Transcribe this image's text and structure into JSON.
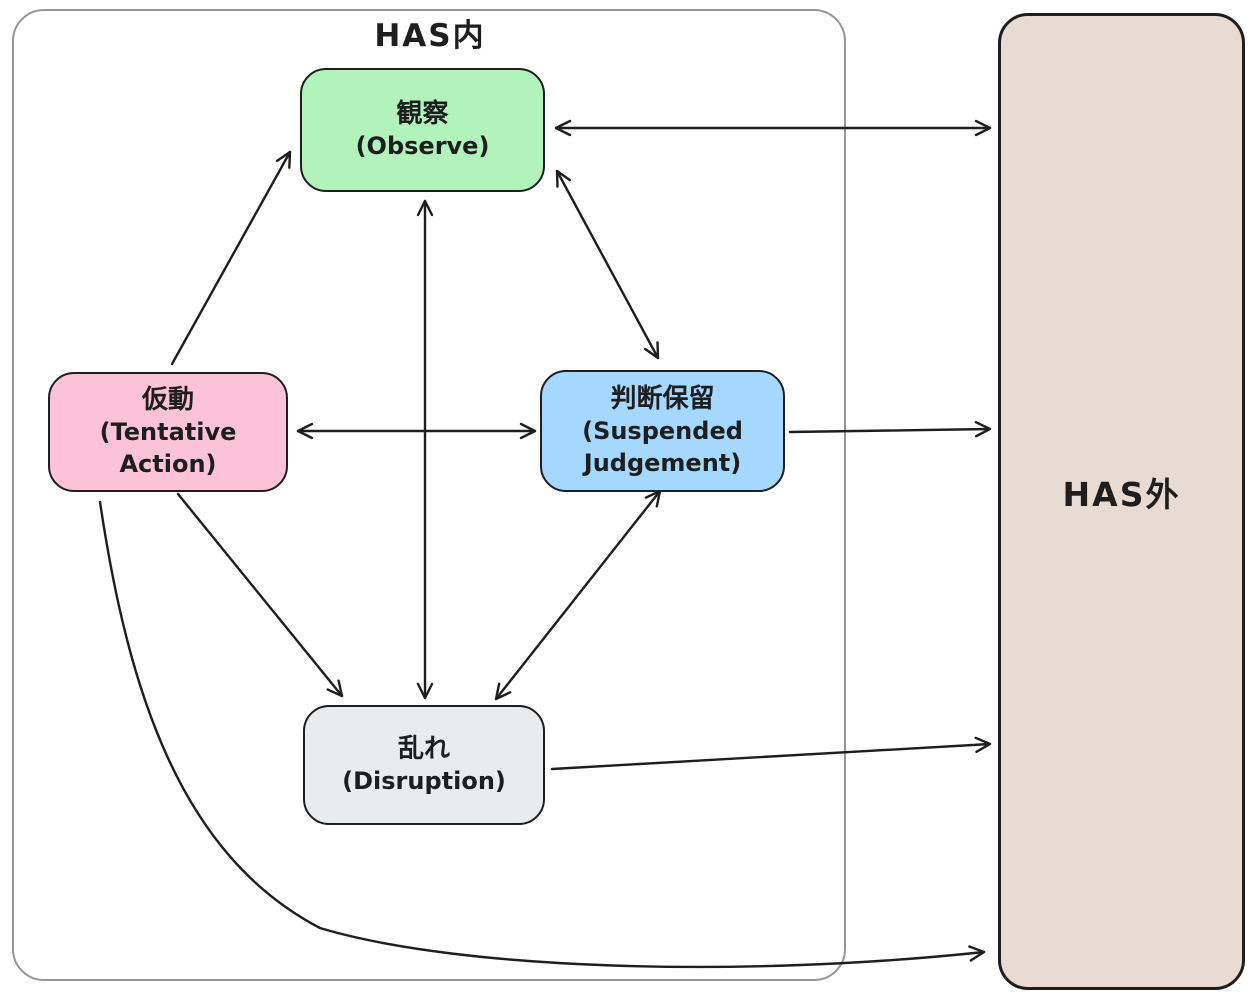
{
  "diagram_title_inner": "HAS内",
  "diagram_title_outer": "HAS外",
  "frame_inner": {
    "label": "HAS内",
    "border_color": "#969696"
  },
  "frame_outer": {
    "label": "HAS外",
    "fill": "#e8dbd2",
    "border_color": "#1e1e1e"
  },
  "nodes": {
    "observe": {
      "lines": [
        "観察",
        "(Observe)"
      ],
      "fill": "#b2f2bb"
    },
    "tentative": {
      "lines": [
        "仮動",
        "(Tentative",
        "Action)"
      ],
      "fill": "#fcc2d7"
    },
    "suspended": {
      "lines": [
        "判断保留",
        "(Suspended",
        "Judgement)"
      ],
      "fill": "#a5d8ff"
    },
    "disruption": {
      "lines": [
        "乱れ",
        "(Disruption)"
      ],
      "fill": "#e9ecef"
    }
  },
  "edges": [
    {
      "from": "仮動 (Tentative Action)",
      "to": "観察 (Observe)",
      "bidirectional": false,
      "shape": "straight"
    },
    {
      "from": "観察 (Observe)",
      "to": "判断保留 (Suspended Judgement)",
      "bidirectional": true,
      "shape": "straight"
    },
    {
      "from": "仮動 (Tentative Action)",
      "to": "判断保留 (Suspended Judgement)",
      "bidirectional": true,
      "shape": "straight"
    },
    {
      "from": "観察 (Observe)",
      "to": "乱れ (Disruption)",
      "bidirectional": true,
      "shape": "straight"
    },
    {
      "from": "仮動 (Tentative Action)",
      "to": "乱れ (Disruption)",
      "bidirectional": false,
      "shape": "straight"
    },
    {
      "from": "乱れ (Disruption)",
      "to": "判断保留 (Suspended Judgement)",
      "bidirectional": true,
      "shape": "straight"
    },
    {
      "from": "観察 (Observe)",
      "to": "HAS外",
      "bidirectional": true,
      "shape": "straight"
    },
    {
      "from": "判断保留 (Suspended Judgement)",
      "to": "HAS外",
      "bidirectional": false,
      "shape": "straight"
    },
    {
      "from": "乱れ (Disruption)",
      "to": "HAS外",
      "bidirectional": false,
      "shape": "straight"
    },
    {
      "from": "仮動 (Tentative Action)",
      "to": "HAS外",
      "bidirectional": false,
      "shape": "curved"
    }
  ],
  "colors": {
    "stroke": "#1e1e1e",
    "frame_inner_border": "#969696",
    "node_observe_fill": "#b2f2bb",
    "node_tentative_fill": "#fcc2d7",
    "node_suspended_fill": "#a5d8ff",
    "node_disruption_fill": "#e9ecef",
    "frame_outer_fill": "#e8dbd2",
    "background": "#ffffff"
  }
}
